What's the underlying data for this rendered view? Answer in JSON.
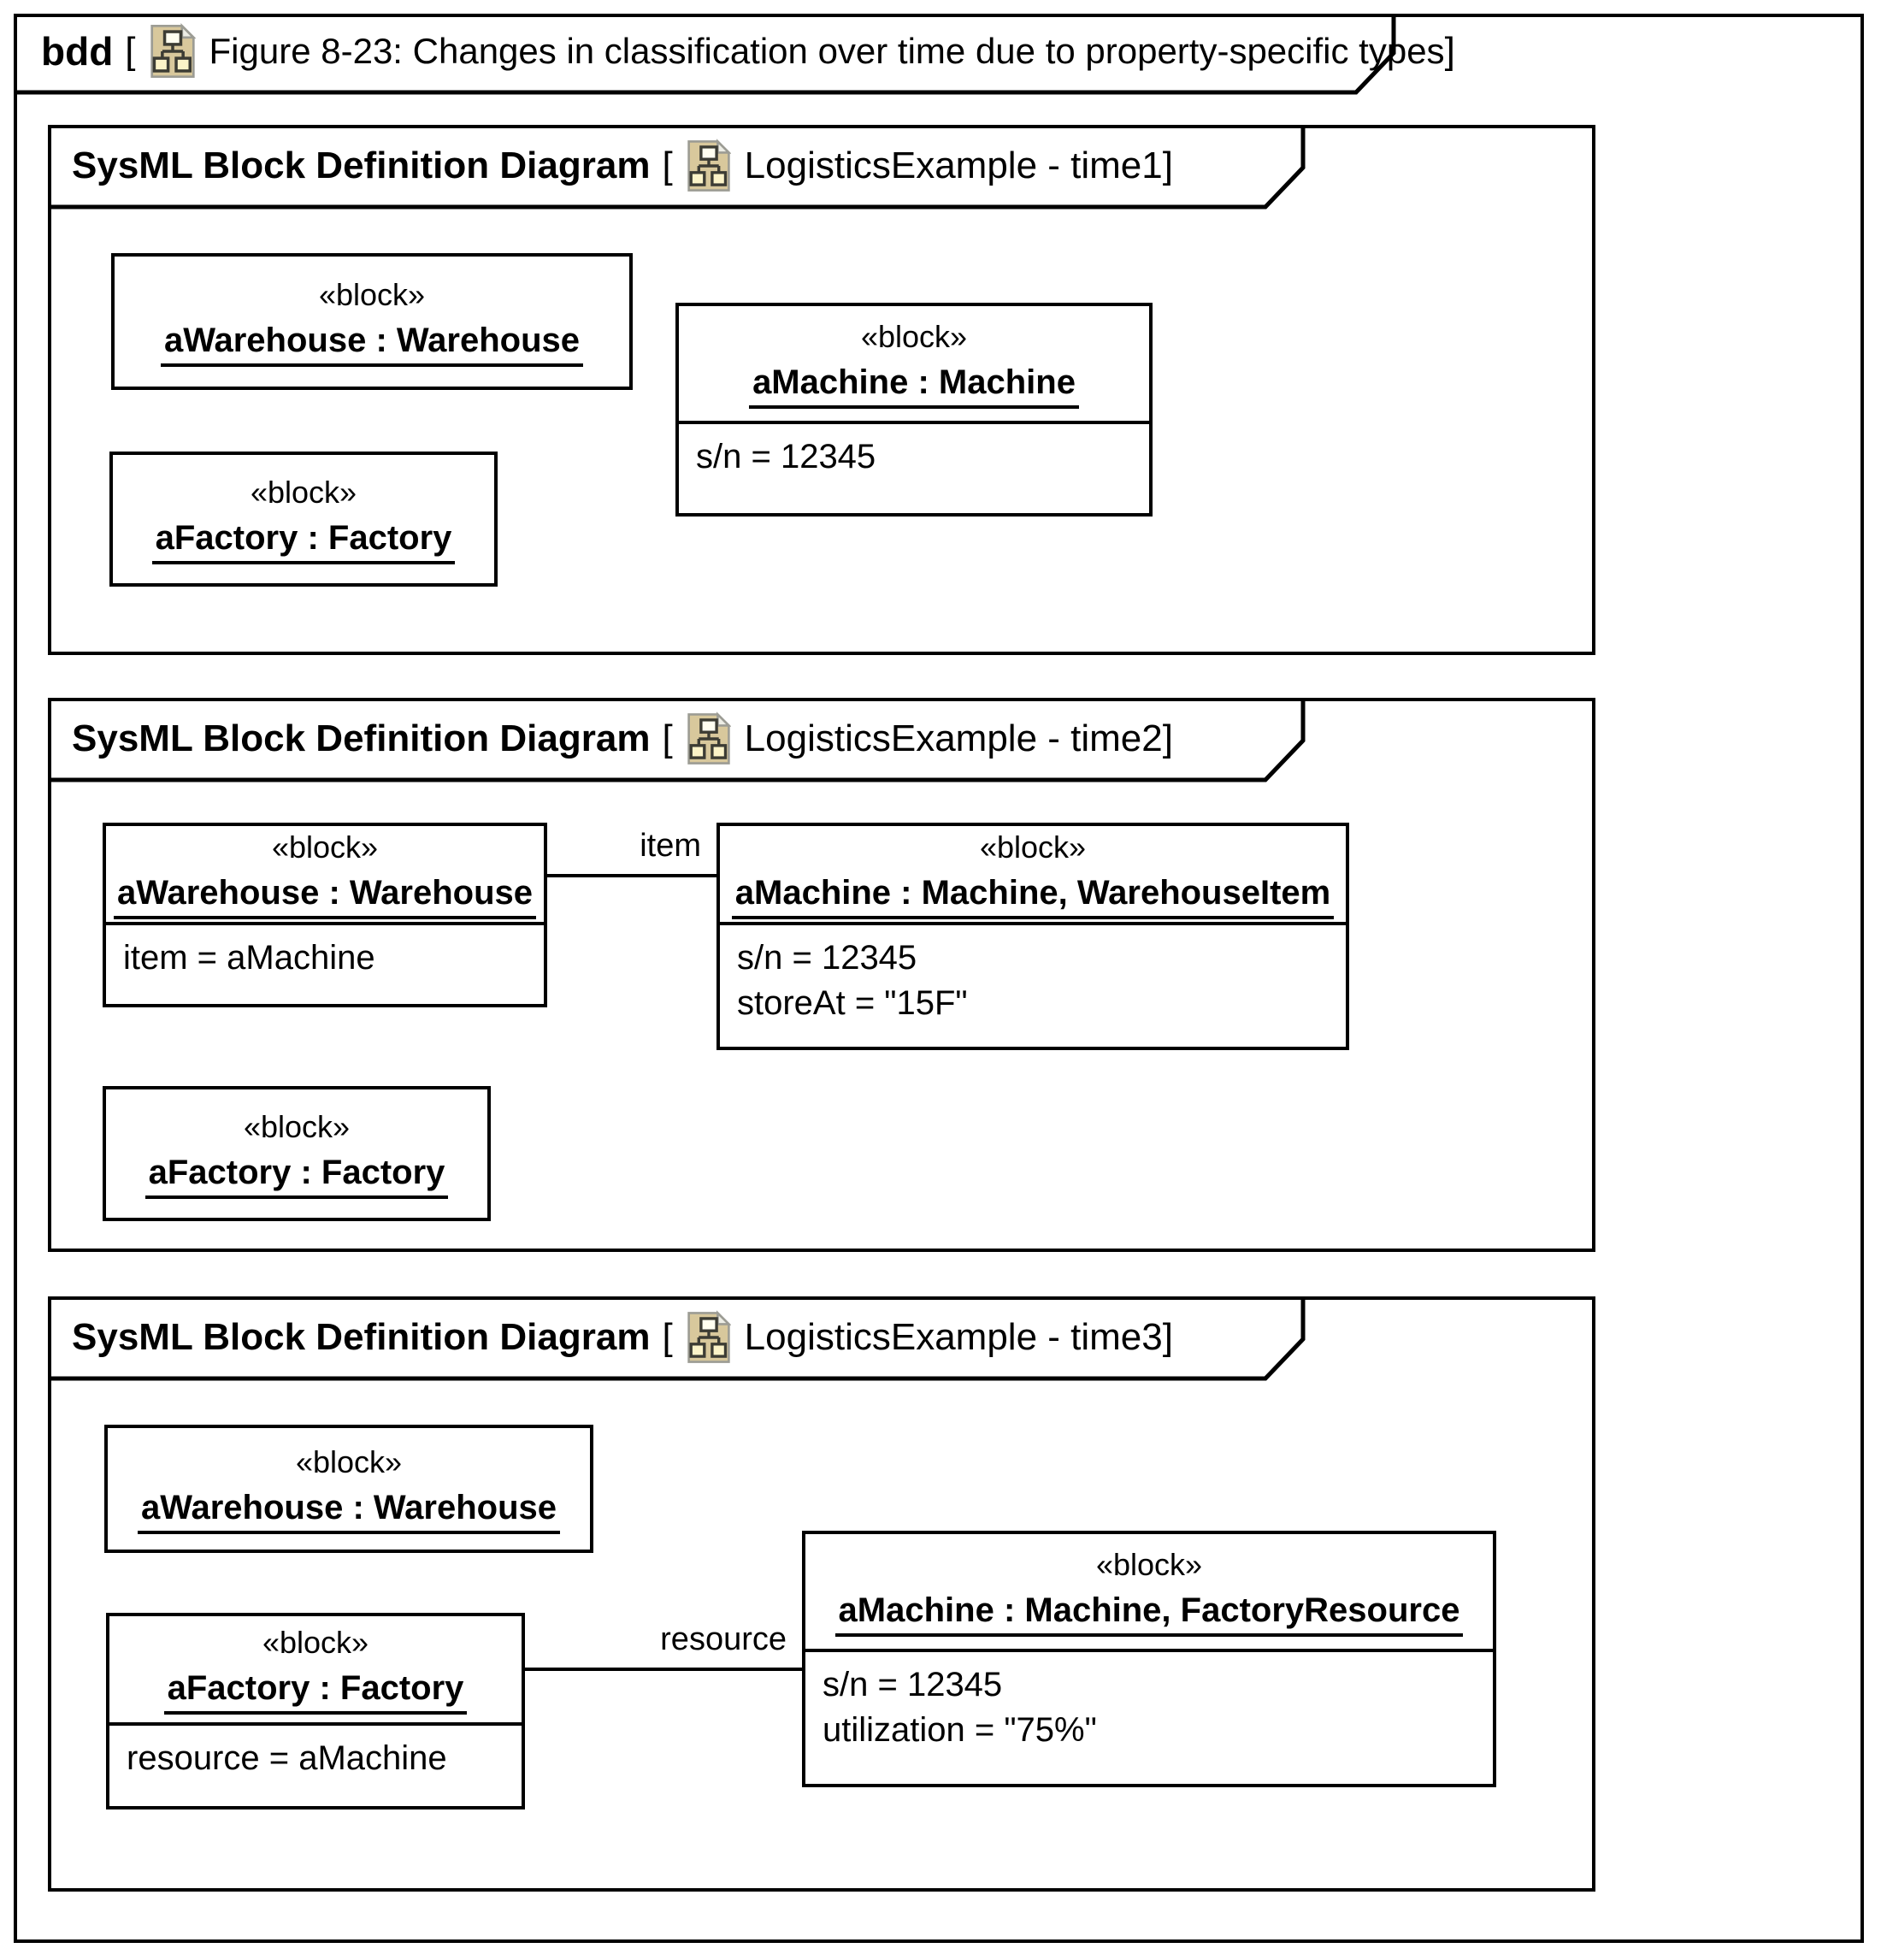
{
  "symbols": {
    "open_bracket": "[",
    "close_bracket": "]"
  },
  "outer": {
    "keyword": "bdd",
    "title": "Figure 8-23: Changes in classification over time due to property-specific types"
  },
  "frames": [
    {
      "heading": "SysML Block Definition Diagram",
      "diagram_name": "LogisticsExample - time1",
      "blocks": {
        "warehouse": {
          "stereotype": "«block»",
          "name": "aWarehouse : Warehouse"
        },
        "machine": {
          "stereotype": "«block»",
          "name": "aMachine : Machine",
          "values": [
            "s/n = 12345"
          ]
        },
        "factory": {
          "stereotype": "«block»",
          "name": "aFactory : Factory"
        }
      }
    },
    {
      "heading": "SysML Block Definition Diagram",
      "diagram_name": "LogisticsExample - time2",
      "connector": {
        "label": "item"
      },
      "blocks": {
        "warehouse": {
          "stereotype": "«block»",
          "name": "aWarehouse : Warehouse",
          "values": [
            "item = aMachine"
          ]
        },
        "machine": {
          "stereotype": "«block»",
          "name": "aMachine : Machine, WarehouseItem",
          "values": [
            "s/n = 12345",
            "storeAt = \"15F\""
          ]
        },
        "factory": {
          "stereotype": "«block»",
          "name": "aFactory : Factory"
        }
      }
    },
    {
      "heading": "SysML Block Definition Diagram",
      "diagram_name": "LogisticsExample - time3",
      "connector": {
        "label": "resource"
      },
      "blocks": {
        "warehouse": {
          "stereotype": "«block»",
          "name": "aWarehouse : Warehouse"
        },
        "factory": {
          "stereotype": "«block»",
          "name": "aFactory : Factory",
          "values": [
            "resource = aMachine"
          ]
        },
        "machine": {
          "stereotype": "«block»",
          "name": "aMachine : Machine, FactoryResource",
          "values": [
            "s/n = 12345",
            "utilization = \"75%\""
          ]
        }
      }
    }
  ],
  "icon_colors": {
    "page": "#D8C89C",
    "fold": "#EDEDE5",
    "edge": "#9C9C94",
    "box_border": "#3C3C34",
    "box_top": "#FFFEF0",
    "box_bottom": "#FBF3C8"
  }
}
